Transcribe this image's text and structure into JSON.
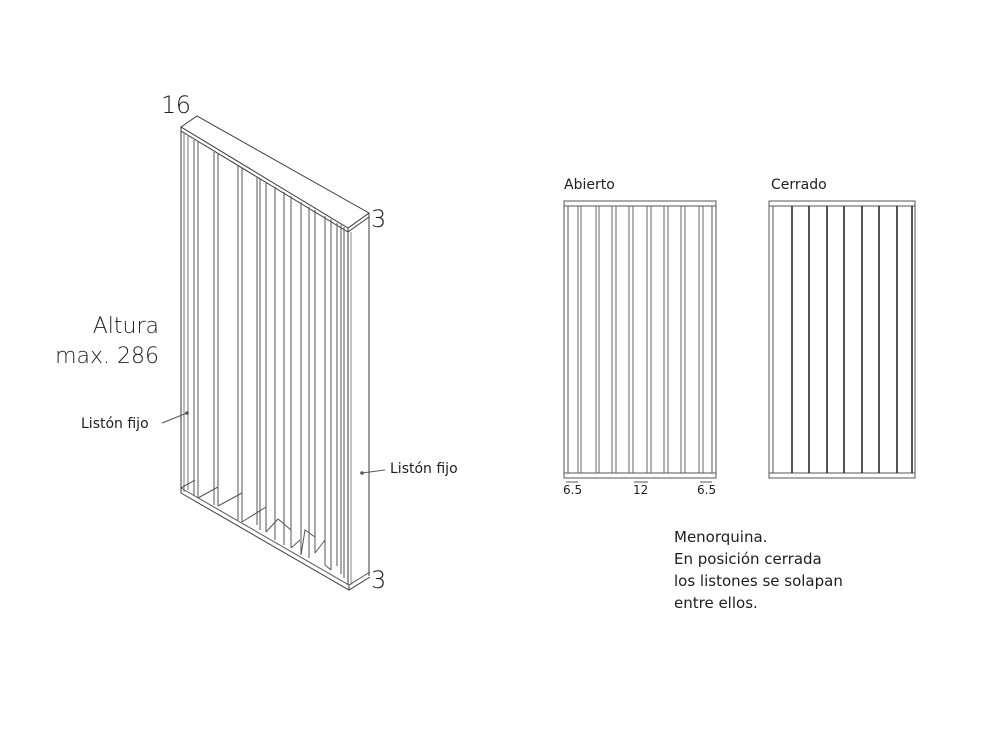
{
  "isometric_view": {
    "dim_width": "16",
    "dim_top_depth": "3",
    "dim_bottom_depth": "3",
    "height_label_line1": "Altura",
    "height_label_line2": "max. 286",
    "fixed_slat_left": "Listón fijo",
    "fixed_slat_right": "Listón fijo"
  },
  "open_view": {
    "title": "Abierto",
    "dim_left": "6.5",
    "dim_center": "12",
    "dim_right": "6.5"
  },
  "closed_view": {
    "title": "Cerrado"
  },
  "caption": {
    "line1": "Menorquina.",
    "line2": "En posición cerrada",
    "line3": "los listones se solapan",
    "line4": "entre ellos."
  },
  "colors": {
    "line": "#3a3a3a",
    "line_light": "#8a8a8a",
    "text": "#1e1e1e",
    "background": "#ffffff"
  }
}
